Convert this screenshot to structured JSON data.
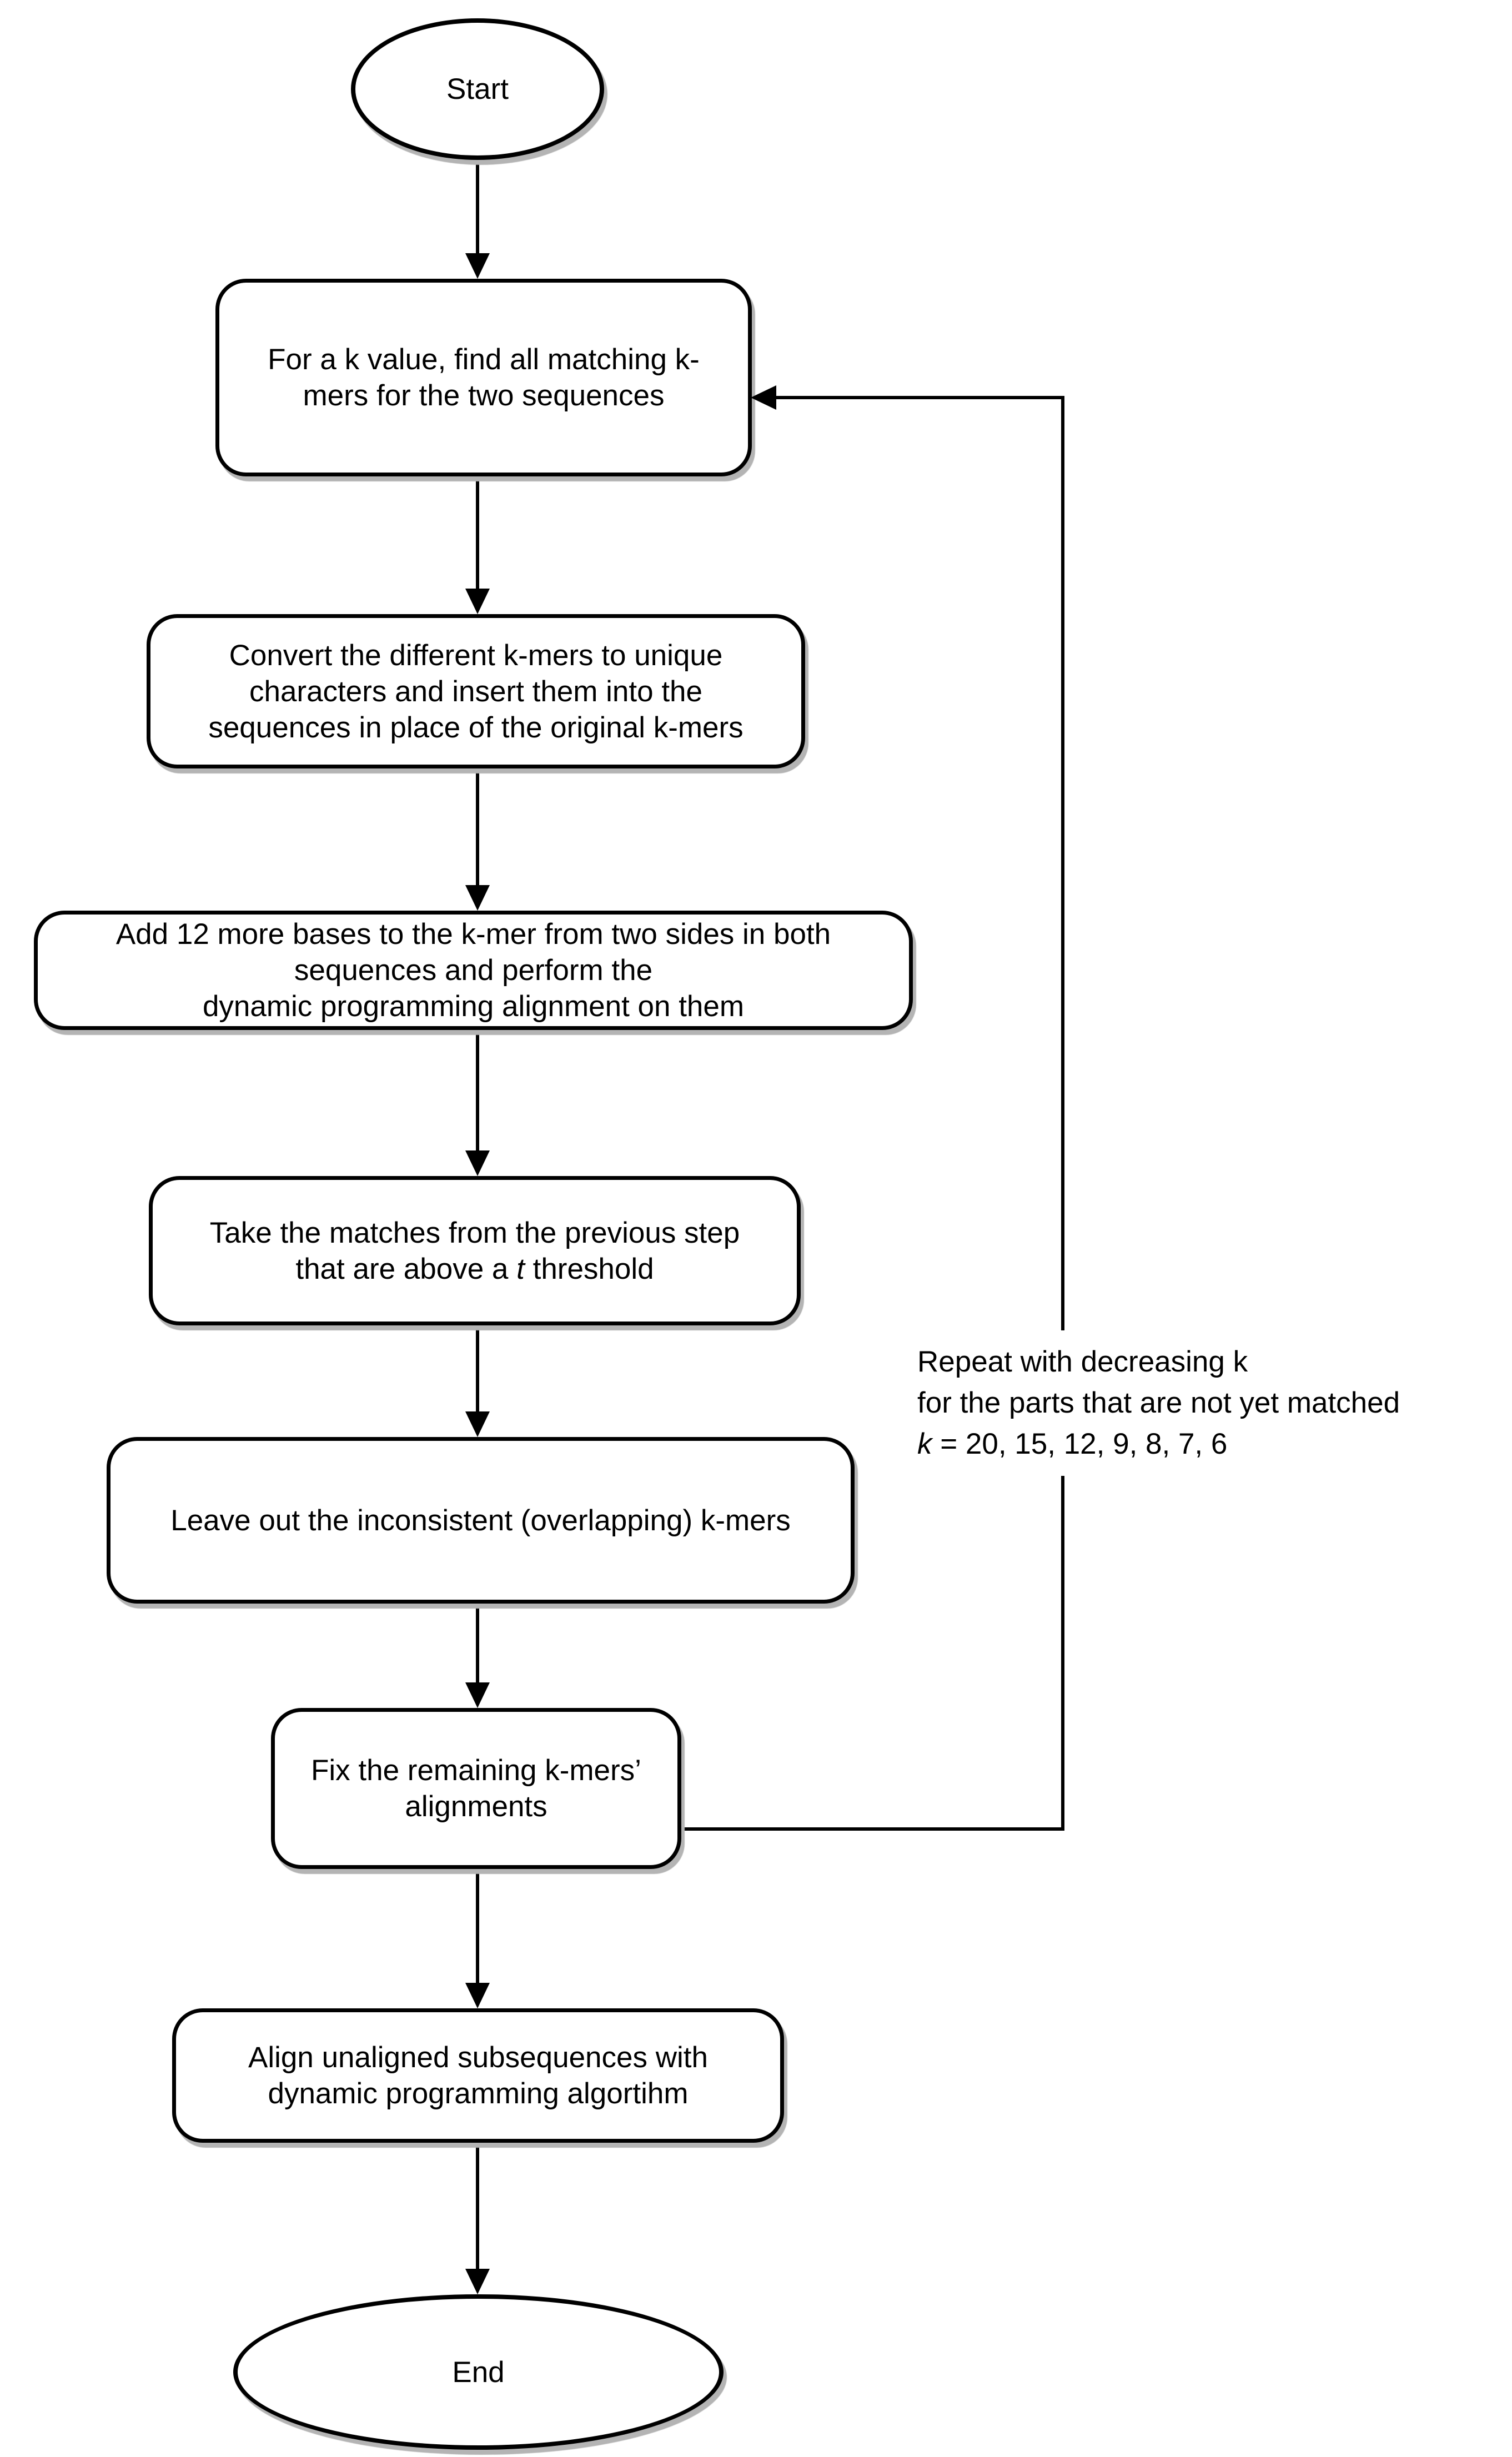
{
  "colors": {
    "stroke": "#000000",
    "fill": "#ffffff",
    "shadow": "#b4b4b4",
    "text": "#000000"
  },
  "flowchart": {
    "start": {
      "shape": "terminator",
      "label": "Start"
    },
    "steps": [
      {
        "shape": "process",
        "lines": [
          "For a k value, find all matching k-",
          "mers for the two sequences"
        ]
      },
      {
        "shape": "process",
        "lines": [
          "Convert the different k-mers to unique",
          "characters and insert them into the",
          "sequences in place of the original k-mers"
        ]
      },
      {
        "shape": "process",
        "lines": [
          "Add 12 more bases to the k-mer from two sides in both",
          "sequences and perform the",
          "dynamic programming alignment on them"
        ]
      },
      {
        "shape": "process",
        "line1": "Take the matches from the previous step",
        "line2_pre": "that are above a ",
        "line2_var": "t",
        "line2_post": " threshold"
      },
      {
        "shape": "process",
        "lines": [
          "Leave out the inconsistent (overlapping) k-mers"
        ]
      },
      {
        "shape": "process",
        "lines": [
          "Fix the remaining k-mers’",
          "alignments"
        ]
      },
      {
        "shape": "process",
        "lines": [
          "Align unaligned subsequences with",
          "dynamic programming algortihm"
        ]
      }
    ],
    "end": {
      "shape": "terminator",
      "label": "End"
    },
    "loop_annotation": {
      "line1": "Repeat with decreasing k",
      "line2": "for the parts that are not yet matched",
      "line3_var": "k",
      "line3_rest": " = 20, 15, 12, 9, 8, 7, 6"
    }
  }
}
